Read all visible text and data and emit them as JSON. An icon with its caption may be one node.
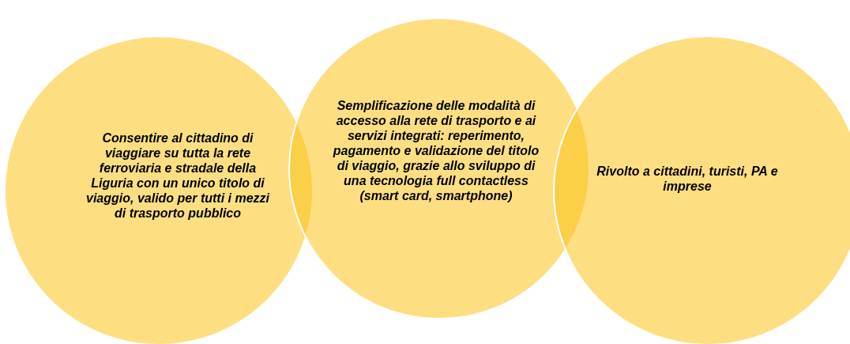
{
  "diagram": {
    "nodes": [
      {
        "text": [
          "Consentire al cittadino di viaggiare su tutta la rete ferroviaria e stradale della Liguria con un unico titolo di viaggio, valido per tutti i mezzi di trasporto pubblico"
        ]
      },
      {
        "text": [
          "Semplificazione delle modalità di accesso alla rete di trasporto e ai servizi integrati: reperimento, pagamento e validazione del titolo di viaggio, grazie allo sviluppo di  una tecnologia full contactless (smart card, smartphone)"
        ]
      },
      {
        "text": [
          "Rivolto a cittadini, turisti, PA e imprese"
        ]
      }
    ],
    "edges": []
  }
}
